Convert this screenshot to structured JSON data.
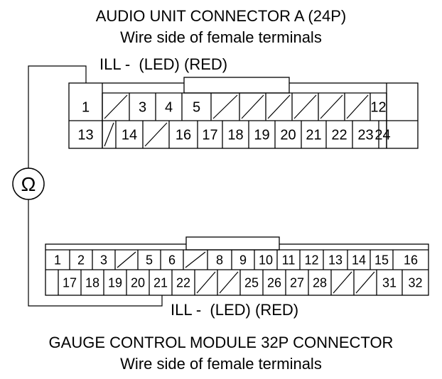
{
  "audio": {
    "title": "AUDIO UNIT CONNECTOR A (24P)",
    "subtitle": "Wire side of female terminals",
    "probe_label": "ILL -  (LED) (RED)",
    "row1": [
      "1",
      "",
      "3",
      "4",
      "5",
      "",
      "",
      "",
      "",
      "",
      "",
      "12"
    ],
    "row2": [
      "13",
      "",
      "14",
      "",
      "16",
      "17",
      "18",
      "19",
      "20",
      "21",
      "22",
      "23",
      "24"
    ]
  },
  "gauge": {
    "title": "GAUGE CONTROL MODULE 32P CONNECTOR",
    "subtitle": "Wire side of female terminals",
    "probe_label": "ILL -  (LED) (RED)",
    "row1": [
      "1",
      "2",
      "3",
      "",
      "5",
      "6",
      "",
      "8",
      "9",
      "10",
      "11",
      "12",
      "13",
      "14",
      "15",
      "16"
    ],
    "row2": [
      "17",
      "18",
      "19",
      "20",
      "21",
      "22",
      "",
      "",
      "25",
      "26",
      "27",
      "28",
      "",
      "",
      "31",
      "32"
    ]
  },
  "meter": {
    "symbol": "Ω"
  }
}
